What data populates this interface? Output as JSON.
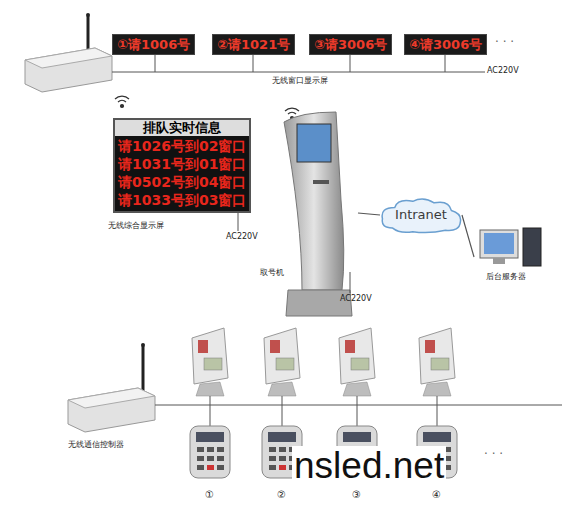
{
  "diagram": {
    "nodes": [
      {
        "text": [
          "①请1006号"
        ]
      },
      {
        "text": [
          "②请1021号"
        ]
      },
      {
        "text": [
          "③请3006号"
        ]
      },
      {
        "text": [
          "④请3006号"
        ]
      },
      {
        "text": [
          "排队实时信息",
          "请1026号到02窗口",
          "请1031号到01窗口",
          "请0502号到04窗口",
          "请1033号到03窗口"
        ]
      },
      {
        "text": [
          "取号机"
        ]
      },
      {
        "text": [
          "Intranet"
        ]
      },
      {
        "text": [
          "后台服务器"
        ]
      },
      {
        "text": [
          "无线通信控制器"
        ]
      }
    ],
    "edges": [
      {
        "from": 5,
        "to": 6,
        "arrow": "none"
      },
      {
        "from": 6,
        "to": 7,
        "arrow": "none"
      }
    ],
    "labels": [
      "· · ·",
      "无线窗口显示屏",
      "AC220V",
      "无线综合显示屏",
      "AC220V",
      "AC220V",
      "①",
      "②",
      "③",
      "④",
      "· · ·",
      "nsled.net"
    ]
  }
}
